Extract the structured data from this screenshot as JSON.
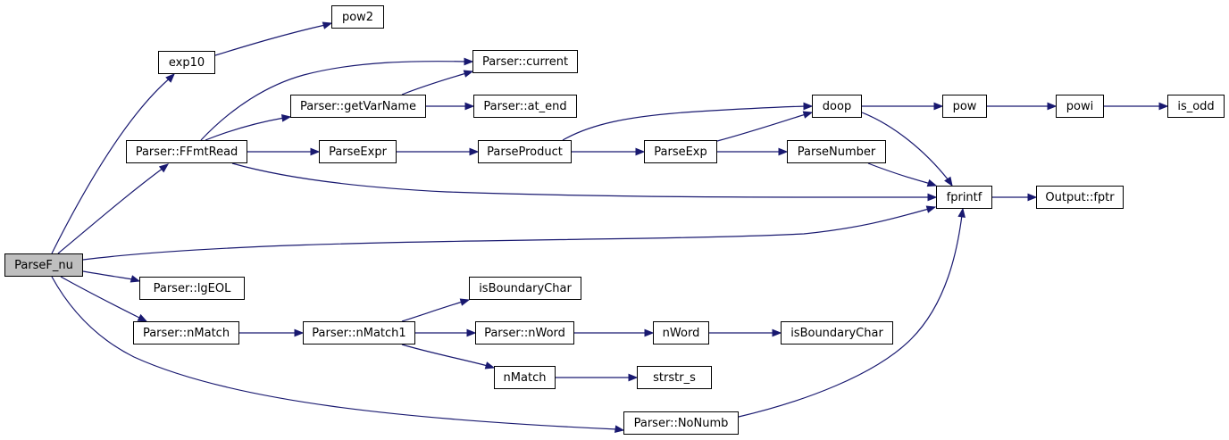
{
  "colors": {
    "edge": "#191970",
    "root_fill": "#bfbfbf",
    "node_fill": "#ffffff",
    "border": "#000000"
  },
  "nodes": {
    "parsef_nu": "ParseF_nu",
    "exp10": "exp10",
    "pow2": "pow2",
    "ffmtread": "Parser::FFmtRead",
    "current": "Parser::current",
    "getvarname": "Parser::getVarName",
    "at_end": "Parser::at_end",
    "parseexpr": "ParseExpr",
    "parseproduct": "ParseProduct",
    "parseexp": "ParseExp",
    "doop": "doop",
    "pow": "pow",
    "powi": "powi",
    "is_odd": "is_odd",
    "parsenumber": "ParseNumber",
    "fprintf": "fprintf",
    "fptr": "Output::fptr",
    "lgeol": "Parser::lgEOL",
    "nmatch_p": "Parser::nMatch",
    "nmatch1": "Parser::nMatch1",
    "isboundary1": "isBoundaryChar",
    "nword_p": "Parser::nWord",
    "nword": "nWord",
    "isboundary2": "isBoundaryChar",
    "nmatch": "nMatch",
    "strstr_s": "strstr_s",
    "nonumb": "Parser::NoNumb"
  }
}
